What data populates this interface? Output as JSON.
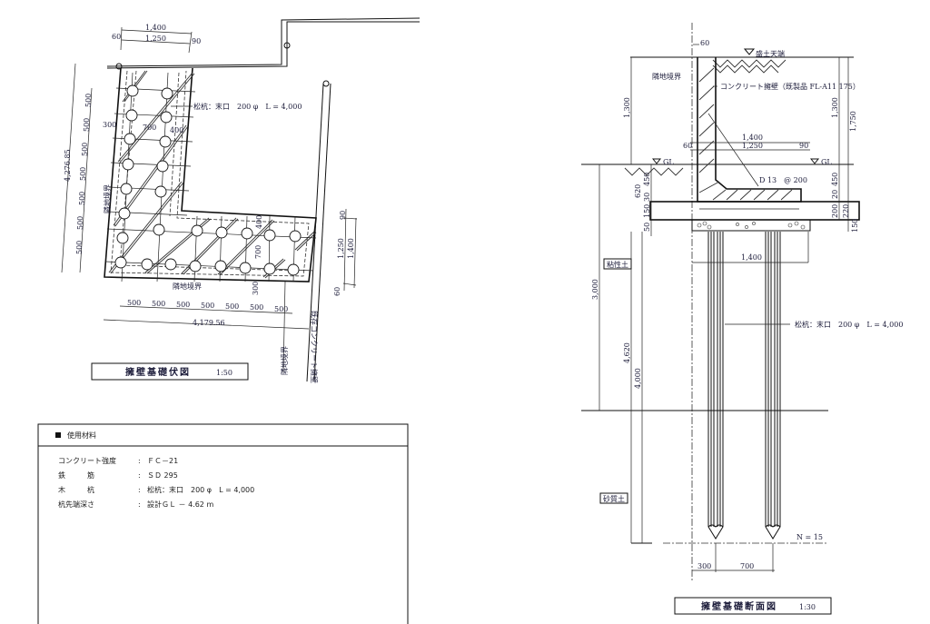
{
  "plan": {
    "title": "擁壁基礎伏図",
    "scale": "1:50",
    "pile_note": "松杭：末口　200 φ　L = 4,000",
    "boundary_label": "隣地境界",
    "boundary_label_side": "隣地境界",
    "boundary_label_vertical": "隣地境界",
    "existing_wall_label": "既存コンクリート擁壁",
    "dims": {
      "top_total": "1,400",
      "top_inner": "1,250",
      "top_left": "60",
      "top_right": "90",
      "left_total": "4,276.85",
      "left_spacings": [
        "500",
        "500",
        "500",
        "500",
        "500",
        "500",
        "500"
      ],
      "d300": "300",
      "d700": "700",
      "d400": "400",
      "h_d400": "400",
      "h_d700": "700",
      "h_d300": "300",
      "bottom_spacings": [
        "500",
        "500",
        "500",
        "500",
        "500",
        "500",
        "500"
      ],
      "bottom_total": "4,179.56",
      "right_90": "90",
      "right_1250": "1,250",
      "right_1400": "1,400",
      "right_60": "60"
    }
  },
  "section": {
    "title": "擁壁基礎断面図",
    "scale": "1:30",
    "fill_top_label": "盛土天端",
    "boundary_label": "隣地境界",
    "wall_label": "コンクリート擁壁（既製品 FL-A11 175）",
    "rebar_label": "D 13　@ 200",
    "gl_left": "GL",
    "gl_right": "GL",
    "pile_note": "松杭：末口　200 φ　L = 4,000",
    "clay_label": "粘性土",
    "sand_label": "砂質土",
    "n_value": "N = 15",
    "dims": {
      "top_60": "60",
      "left_1300": "1,300",
      "right_1300": "1,300",
      "right_1750": "1,750",
      "w_1400": "1,400",
      "w_1250": "1,250",
      "w_60": "60",
      "w_90": "90",
      "l_620": "620",
      "l_450": "450",
      "l_30": "30",
      "l_150": "150",
      "l_50": "50",
      "r_450": "450",
      "r_20": "20",
      "r_200": "200",
      "r_220": "220",
      "r_150": "150",
      "d_3000": "3,000",
      "d_4620": "4,620",
      "d_4000": "4,000",
      "pile_1400": "1,400",
      "b_300": "300",
      "b_700": "700"
    }
  },
  "materials": {
    "header": "使用材料",
    "rows": [
      {
        "label": "コンクリート強度",
        "value": "ＦＣ－21"
      },
      {
        "label": "鉄　　　筋",
        "value": "ＳＤ 295"
      },
      {
        "label": "木　　　杭",
        "value": "松杭：末口　200 φ　L = 4,000"
      },
      {
        "label": "杭先端深さ",
        "value": "設計ＧＬ － 4.62 m"
      }
    ]
  }
}
